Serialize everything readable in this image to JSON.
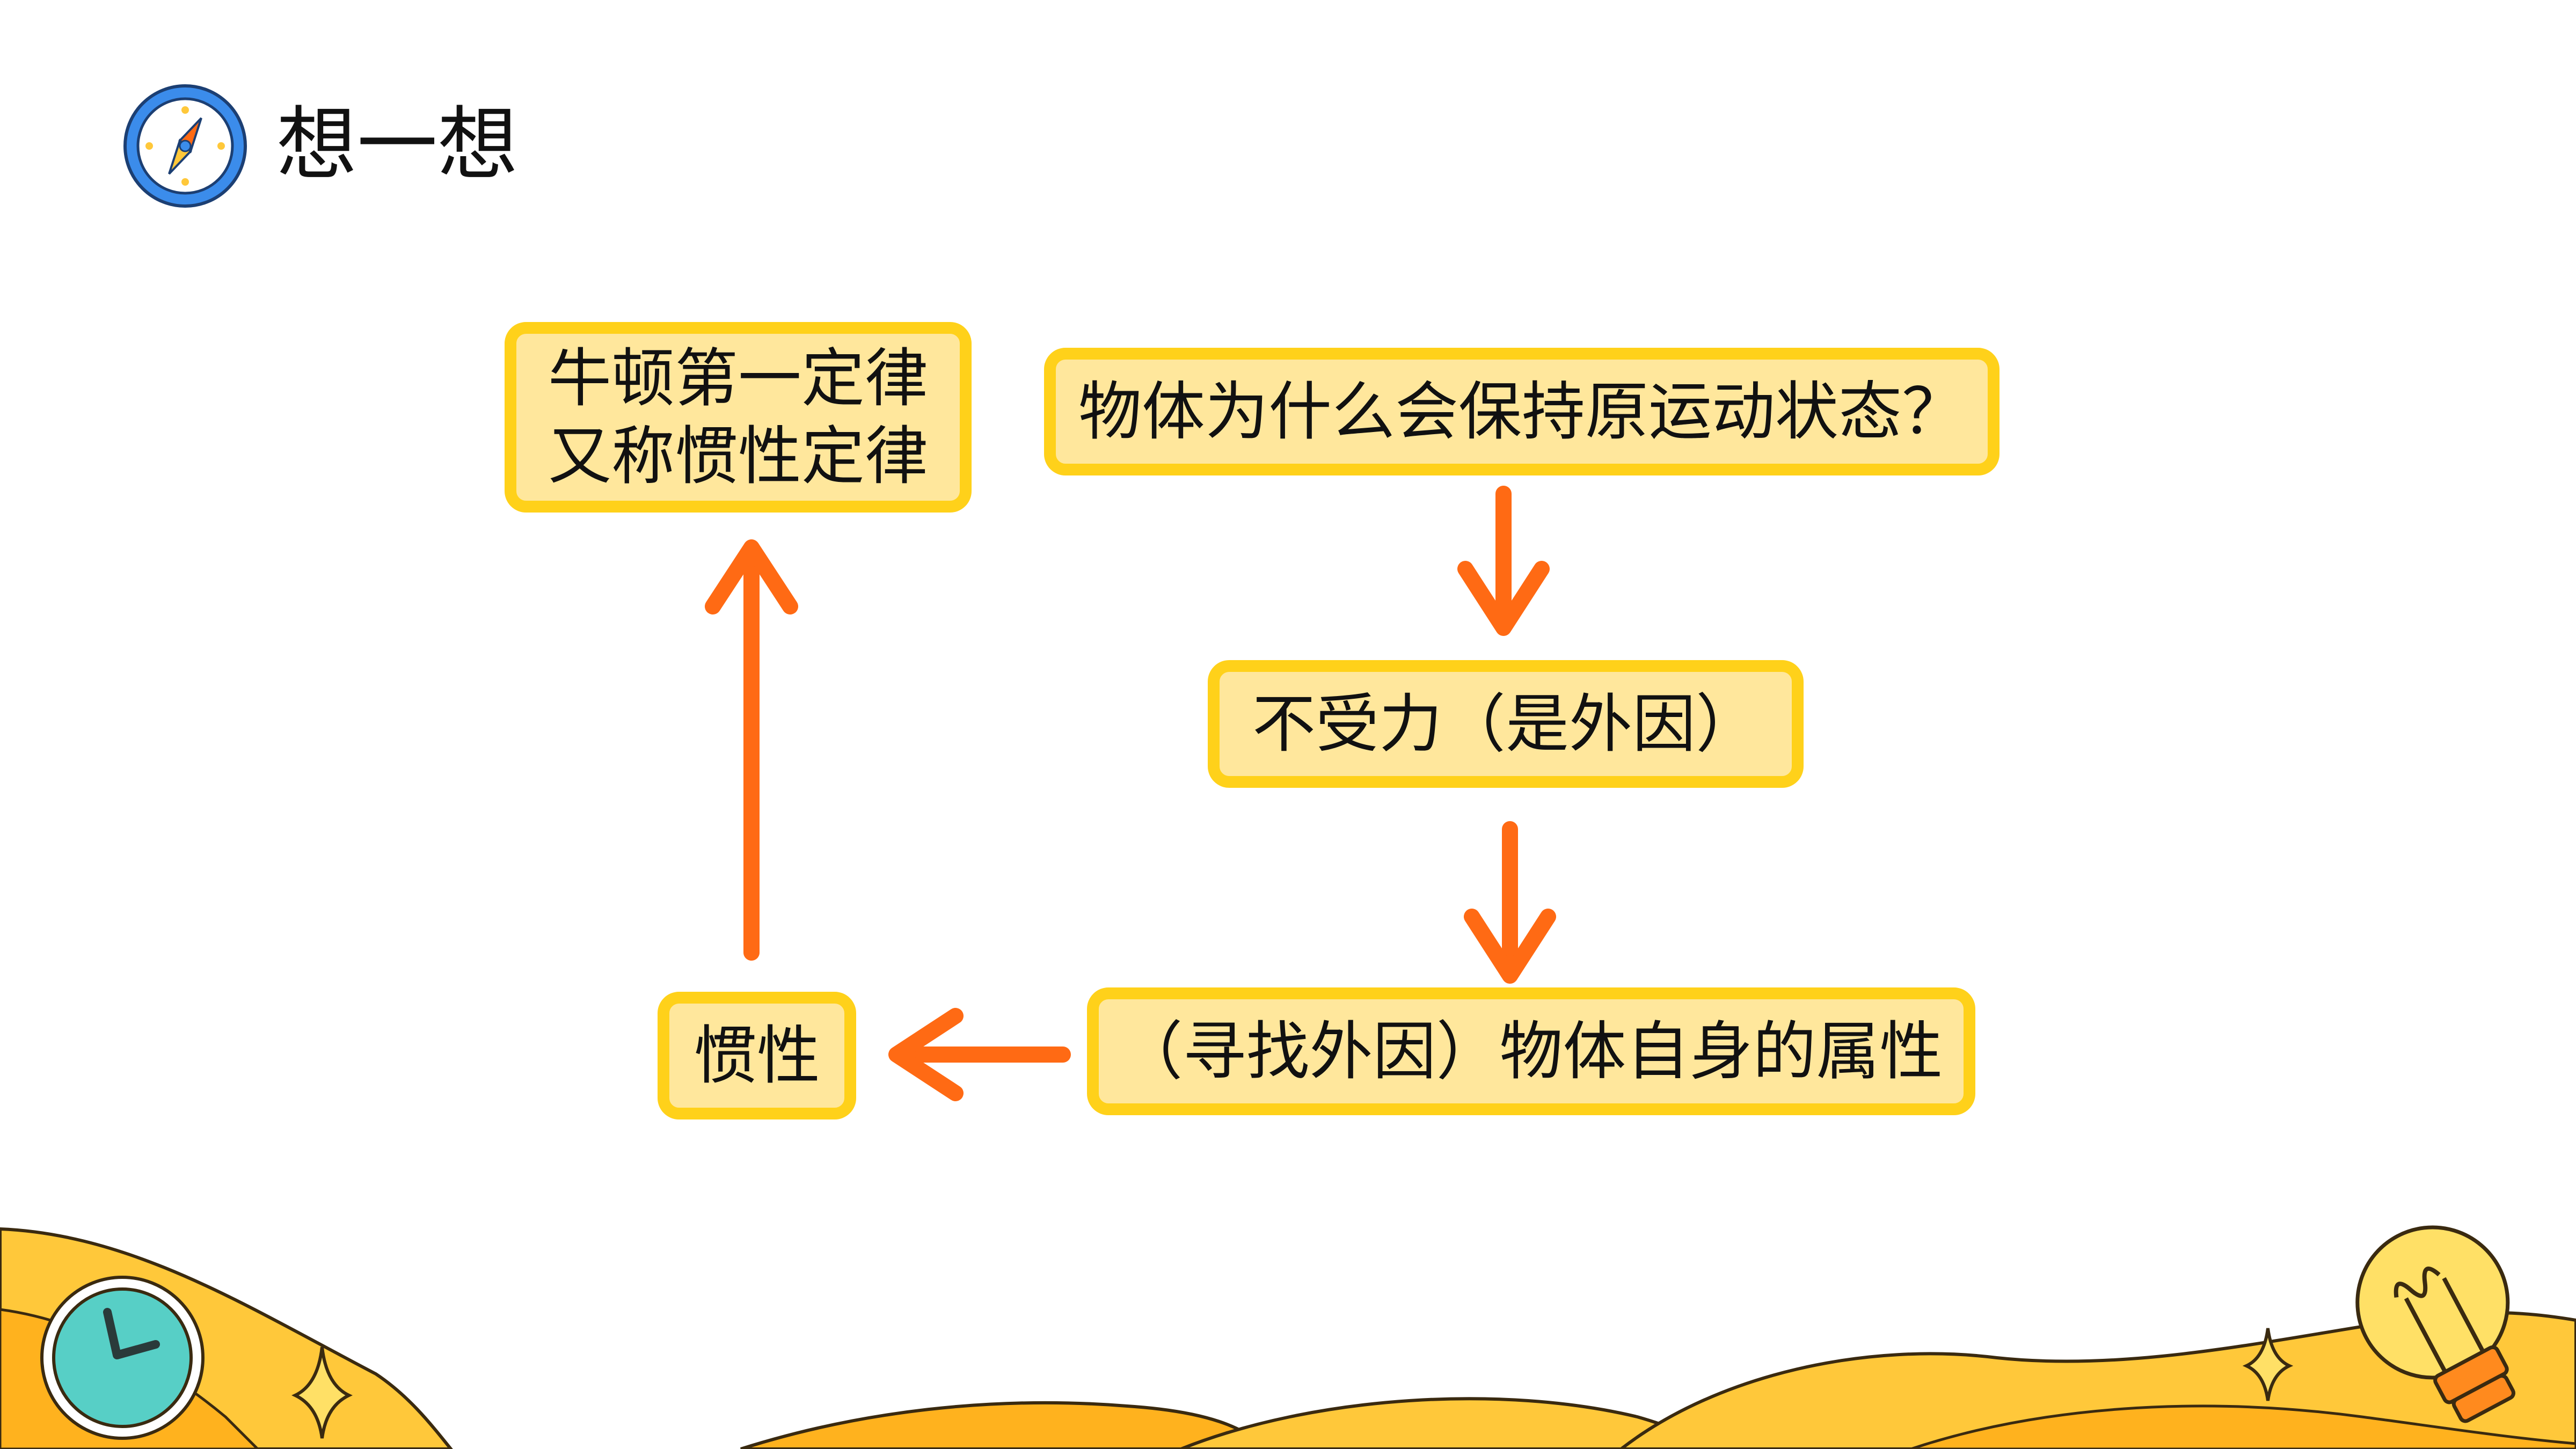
{
  "header": {
    "title": "想一想",
    "icon": "compass-icon"
  },
  "diagram": {
    "nodes": [
      {
        "id": "newton-first-law",
        "lines": [
          "牛顿第一定律",
          "又称惯性定律"
        ]
      },
      {
        "id": "question",
        "lines": [
          "物体为什么会保持原运动状态？"
        ]
      },
      {
        "id": "no-force",
        "lines": [
          "不受力（是外因）"
        ]
      },
      {
        "id": "property",
        "lines": [
          "（寻找外因）物体自身的属性"
        ]
      },
      {
        "id": "inertia",
        "lines": [
          "惯性"
        ]
      }
    ],
    "edges": [
      {
        "from": "question",
        "to": "no-force"
      },
      {
        "from": "no-force",
        "to": "property"
      },
      {
        "from": "property",
        "to": "inertia"
      },
      {
        "from": "inertia",
        "to": "newton-first-law"
      }
    ]
  },
  "decorations": {
    "bottom_left_icon": "clock-icon",
    "bottom_right_icon": "lightbulb-icon",
    "sparkle_icon": "sparkle-icon"
  },
  "colors": {
    "node_fill": "#FFE79C",
    "node_border": "#FFD11A",
    "arrow": "#FF6A14",
    "wave_light": "#FFC83A",
    "wave_dark": "#FFB21E",
    "compass_ring": "#3B8CEB",
    "clock_face": "#57CFC6"
  }
}
